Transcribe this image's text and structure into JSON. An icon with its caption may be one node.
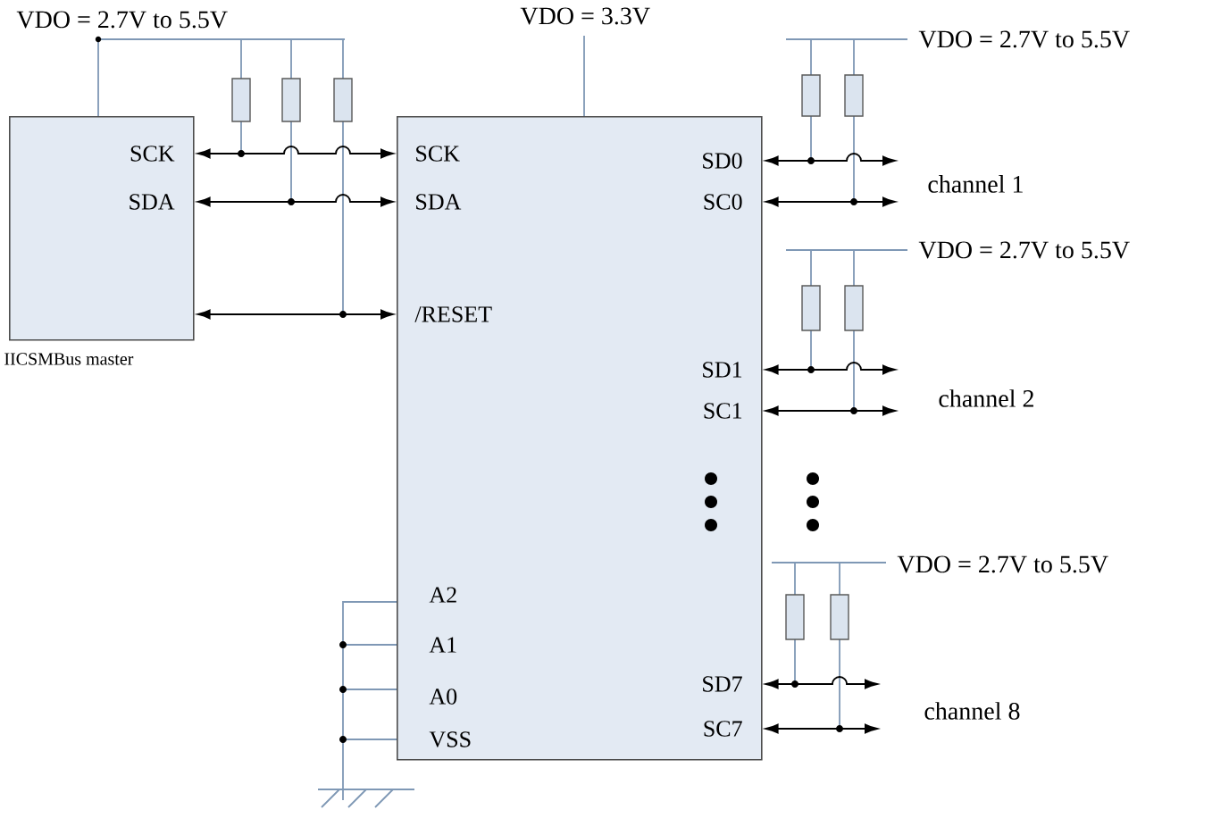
{
  "diagram": {
    "nodes": [
      {
        "text": [
          "SCK",
          "SDA"
        ],
        "beside": [
          "IICSMBus master"
        ]
      },
      {
        "text": [
          "SCK",
          "SDA",
          "/RESET",
          "SD0",
          "SC0",
          "SD1",
          "SC1",
          "A2",
          "A1",
          "A0",
          "VSS",
          "SD7",
          "SC7"
        ]
      }
    ],
    "edges": [
      {
        "from": 0,
        "to": 1,
        "arrow": "both"
      },
      {
        "from": 0,
        "to": 1,
        "arrow": "both"
      },
      {
        "from": 0,
        "to": 1,
        "arrow": "both"
      },
      {
        "from": 1,
        "to": null,
        "arrow": "both"
      },
      {
        "from": 1,
        "to": null,
        "arrow": "both"
      },
      {
        "from": 1,
        "to": null,
        "arrow": "both"
      },
      {
        "from": 1,
        "to": null,
        "arrow": "both"
      },
      {
        "from": 1,
        "to": null,
        "arrow": "both"
      },
      {
        "from": 1,
        "to": null,
        "arrow": "both"
      }
    ],
    "labels": [
      "VDO = 2.7V to 5.5V",
      "VDO = 3.3V",
      "VDO = 2.7V to 5.5V",
      "channel 1",
      "VDO = 2.7V to 5.5V",
      "channel 2",
      "VDO = 2.7V to 5.5V",
      "channel 8"
    ]
  }
}
